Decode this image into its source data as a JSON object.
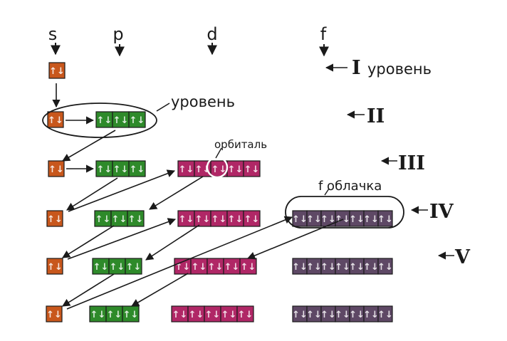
{
  "columns": [
    "s",
    "p",
    "d",
    "f"
  ],
  "levels": [
    {
      "roman": "I",
      "suffix": "уровень",
      "sublevels": [
        "s"
      ]
    },
    {
      "roman": "II",
      "suffix": "",
      "sublevels": [
        "s",
        "p"
      ]
    },
    {
      "roman": "III",
      "suffix": "",
      "sublevels": [
        "s",
        "p",
        "d"
      ]
    },
    {
      "roman": "IV",
      "suffix": "",
      "sublevels": [
        "s",
        "p",
        "d",
        "f"
      ]
    },
    {
      "roman": "V",
      "suffix": "",
      "sublevels": [
        "s",
        "p",
        "d",
        "f"
      ]
    },
    {
      "roman": "",
      "suffix": "",
      "sublevels": [
        "s",
        "p",
        "d",
        "f"
      ]
    }
  ],
  "annotations": {
    "level": "уровень",
    "orbital": "орбиталь",
    "f_cloud": "f облачка"
  },
  "colors": {
    "s": "#c8571c",
    "p": "#2e8a2a",
    "d": "#b02766",
    "f": "#5e4865",
    "ink": "#1a1a1a"
  },
  "spin_glyph": "↑↓"
}
